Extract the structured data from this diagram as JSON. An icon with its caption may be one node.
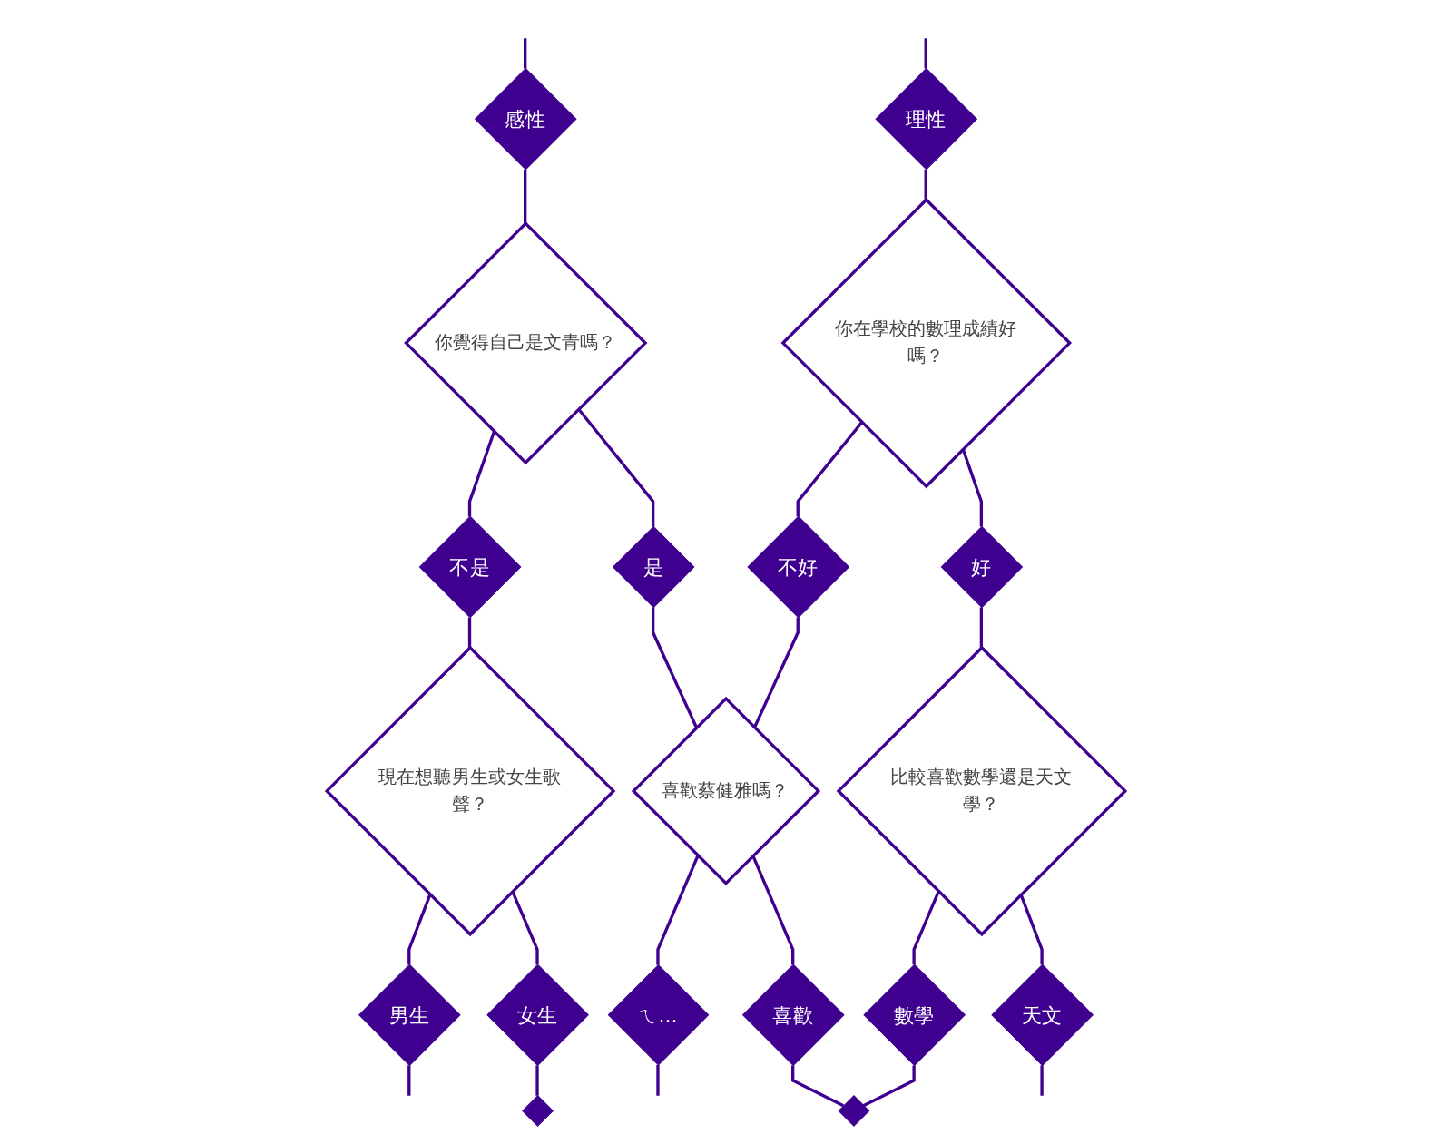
{
  "diagram": {
    "nodes": [
      {
        "text": [
          "感性"
        ]
      },
      {
        "text": [
          "理性"
        ]
      },
      {
        "text": [
          "你覺得自己是文青嗎？"
        ]
      },
      {
        "text": [
          "你在學校的數理成績好嗎？"
        ]
      },
      {
        "text": [
          "不是"
        ]
      },
      {
        "text": [
          "是"
        ]
      },
      {
        "text": [
          "不好"
        ]
      },
      {
        "text": [
          "好"
        ]
      },
      {
        "text": [
          "現在想聽男生或女生歌聲？"
        ]
      },
      {
        "text": [
          "喜歡蔡健雅嗎？"
        ]
      },
      {
        "text": [
          "比較喜歡數學還是天文學？"
        ]
      },
      {
        "text": [
          "男生"
        ]
      },
      {
        "text": [
          "女生"
        ]
      },
      {
        "text": [
          "ㄟ..."
        ]
      },
      {
        "text": [
          "喜歡"
        ]
      },
      {
        "text": [
          "數學"
        ]
      },
      {
        "text": [
          "天文"
        ]
      },
      {
        "text": [],
        "shape": "diamond"
      },
      {
        "text": [],
        "shape": "diamond"
      }
    ],
    "edges": [
      {
        "from": null,
        "to": 0,
        "arrow": "none"
      },
      {
        "from": null,
        "to": 1,
        "arrow": "none"
      },
      {
        "from": 0,
        "to": 2,
        "arrow": "none"
      },
      {
        "from": 1,
        "to": 3,
        "arrow": "none"
      },
      {
        "from": 2,
        "to": 4,
        "arrow": "none"
      },
      {
        "from": 2,
        "to": 5,
        "arrow": "none"
      },
      {
        "from": 3,
        "to": 6,
        "arrow": "none"
      },
      {
        "from": 3,
        "to": 7,
        "arrow": "none"
      },
      {
        "from": 4,
        "to": 8,
        "arrow": "none"
      },
      {
        "from": 5,
        "to": 9,
        "arrow": "none"
      },
      {
        "from": 6,
        "to": 9,
        "arrow": "none"
      },
      {
        "from": 7,
        "to": 10,
        "arrow": "none"
      },
      {
        "from": 8,
        "to": 11,
        "arrow": "none"
      },
      {
        "from": 8,
        "to": 12,
        "arrow": "none"
      },
      {
        "from": 9,
        "to": 13,
        "arrow": "none"
      },
      {
        "from": 9,
        "to": 14,
        "arrow": "none"
      },
      {
        "from": 10,
        "to": 15,
        "arrow": "none"
      },
      {
        "from": 10,
        "to": 16,
        "arrow": "none"
      },
      {
        "from": 11,
        "to": null,
        "arrow": "none"
      },
      {
        "from": 12,
        "to": 17,
        "arrow": "none"
      },
      {
        "from": 13,
        "to": null,
        "arrow": "none"
      },
      {
        "from": 14,
        "to": 18,
        "arrow": "none"
      },
      {
        "from": 15,
        "to": 18,
        "arrow": "none"
      },
      {
        "from": 16,
        "to": null,
        "arrow": "none"
      }
    ]
  }
}
